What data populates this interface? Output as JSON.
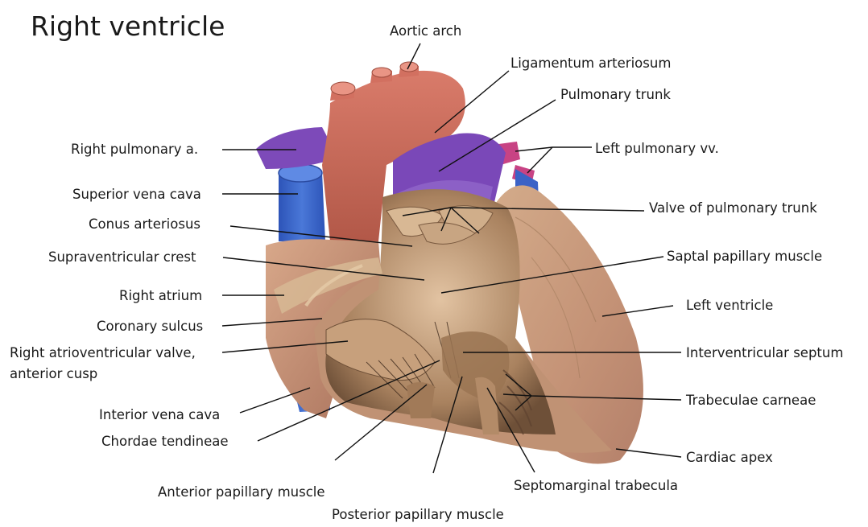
{
  "title": "Right ventricle",
  "labels": {
    "aortic_arch": "Aortic arch",
    "ligamentum_arteriosum": "Ligamentum arteriosum",
    "pulmonary_trunk": "Pulmonary trunk",
    "right_pulmonary_a": "Right pulmonary a.",
    "left_pulmonary_vv": "Left pulmonary vv.",
    "superior_vena_cava": "Superior vena cava",
    "valve_of_pulmonary_trunk": "Valve of pulmonary trunk",
    "conus_arteriosus": "Conus arteriosus",
    "supraventricular_crest": "Supraventricular crest",
    "saptal_papillary_muscle": "Saptal papillary muscle",
    "right_atrium": "Right atrium",
    "left_ventricle": "Left ventricle",
    "coronary_sulcus": "Coronary sulcus",
    "right_av_valve_line1": "Right atrioventricular valve,",
    "right_av_valve_line2": "anterior cusp",
    "interventricular_septum": "Interventricular septum",
    "trabeculae_carneae": "Trabeculae carneae",
    "interior_vena_cava": "Interior vena cava",
    "chordae_tendineae": "Chordae tendineae",
    "cardiac_apex": "Cardiac apex",
    "anterior_papillary_muscle": "Anterior papillary muscle",
    "septomarginal_trabecula": "Septomarginal trabecula",
    "posterior_papillary_muscle": "Posterior papillary muscle"
  },
  "colors": {
    "aorta": "#c9685a",
    "pulmonary_artery": "#7a48b8",
    "vena_cava": "#3a62c4",
    "pulmonary_veins": "#c2407a",
    "myocardium": "#c89478",
    "interior": "#b08a66",
    "fat": "#d7b994"
  }
}
